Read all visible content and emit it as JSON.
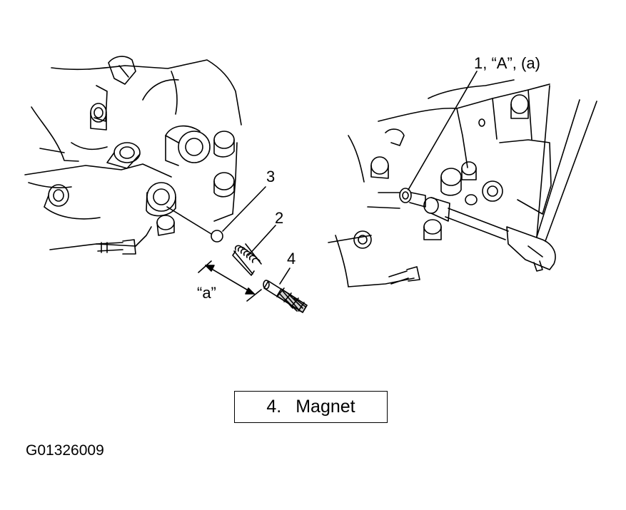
{
  "callouts": {
    "left_3": "3",
    "left_2": "2",
    "left_4": "4",
    "dim_a": "“a”",
    "right_1": "1, “A”, (a)"
  },
  "legend": {
    "number": "4.",
    "label": "Magnet"
  },
  "figure_id": "G01326009"
}
